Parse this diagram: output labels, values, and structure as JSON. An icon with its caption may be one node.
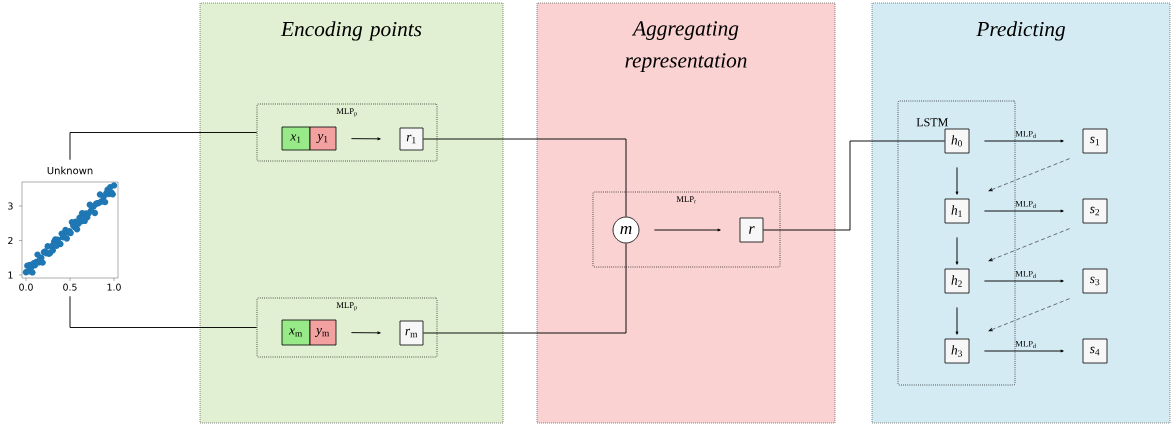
{
  "diagram": {
    "nodes": [
      {
        "text": [
          "Encoding points"
        ]
      },
      {
        "text": [
          "Aggregating representation"
        ]
      },
      {
        "text": [
          "Predicting"
        ]
      },
      {
        "text": [
          "Unknown"
        ]
      },
      {
        "text": [
          "MLP$_{p}$"
        ],
        "in": 0
      },
      {
        "text": [
          "*x*$_{1}$"
        ],
        "in": 4
      },
      {
        "text": [
          "*y*$_{1}$"
        ],
        "in": 4
      },
      {
        "text": [
          "*r*$_{1}$"
        ],
        "in": 4
      },
      {
        "text": [
          "MLP$_{p}$"
        ],
        "in": 0
      },
      {
        "text": [
          "*x*$_{m}$"
        ],
        "in": 8
      },
      {
        "text": [
          "*y*$_{m}$"
        ],
        "in": 8
      },
      {
        "text": [
          "*r*$_{m}$"
        ],
        "in": 8
      },
      {
        "text": [
          "MLP$_{r}$"
        ],
        "in": 1
      },
      {
        "text": [
          "m"
        ],
        "in": 12
      },
      {
        "text": [
          "r"
        ],
        "in": 12
      },
      {
        "text": [
          "LSTM"
        ],
        "in": 2
      },
      {
        "text": [
          "*h*$_{0}$"
        ],
        "in": 15
      },
      {
        "text": [
          "*h*$_{1}$"
        ],
        "in": 15
      },
      {
        "text": [
          "*h*$_{2}$"
        ],
        "in": 15
      },
      {
        "text": [
          "*h*$_{3}$"
        ],
        "in": 15
      },
      {
        "text": [
          "*s*$_{1}$"
        ],
        "in": 2
      },
      {
        "text": [
          "*s*$_{2}$"
        ],
        "in": 2
      },
      {
        "text": [
          "*s*$_{3}$"
        ],
        "in": 2
      },
      {
        "text": [
          "*s*$_{4}$"
        ],
        "in": 2
      }
    ],
    "edges": [
      {
        "from": 3,
        "to": 4,
        "arrow": "none"
      },
      {
        "from": 3,
        "to": 8,
        "arrow": "none"
      },
      {
        "from": 6,
        "to": 7,
        "arrow": "to"
      },
      {
        "from": 10,
        "to": 11,
        "arrow": "to"
      },
      {
        "from": 7,
        "to": 13,
        "arrow": "none"
      },
      {
        "from": 11,
        "to": 13,
        "arrow": "none"
      },
      {
        "from": 13,
        "to": 14,
        "arrow": "to"
      },
      {
        "from": 14,
        "to": 16,
        "arrow": "none"
      },
      {
        "from": 16,
        "to": 20,
        "arrow": "to",
        "label": "MLP$_{d}$"
      },
      {
        "from": 17,
        "to": 21,
        "arrow": "to",
        "label": "MLP$_{d}$"
      },
      {
        "from": 18,
        "to": 22,
        "arrow": "to",
        "label": "MLP$_{d}$"
      },
      {
        "from": 19,
        "to": 23,
        "arrow": "to",
        "label": "MLP$_{d}$"
      },
      {
        "from": 16,
        "to": 17,
        "arrow": "to"
      },
      {
        "from": 17,
        "to": 18,
        "arrow": "to"
      },
      {
        "from": 18,
        "to": 19,
        "arrow": "to"
      },
      {
        "from": 20,
        "to": 17,
        "arrow": "to",
        "style": "dashed"
      },
      {
        "from": 21,
        "to": 18,
        "arrow": "to",
        "style": "dashed"
      },
      {
        "from": 22,
        "to": 19,
        "arrow": "to",
        "style": "dashed"
      }
    ],
    "labels": [
      "3",
      "2",
      "1",
      "0.0",
      "0.5",
      "1.0"
    ]
  }
}
